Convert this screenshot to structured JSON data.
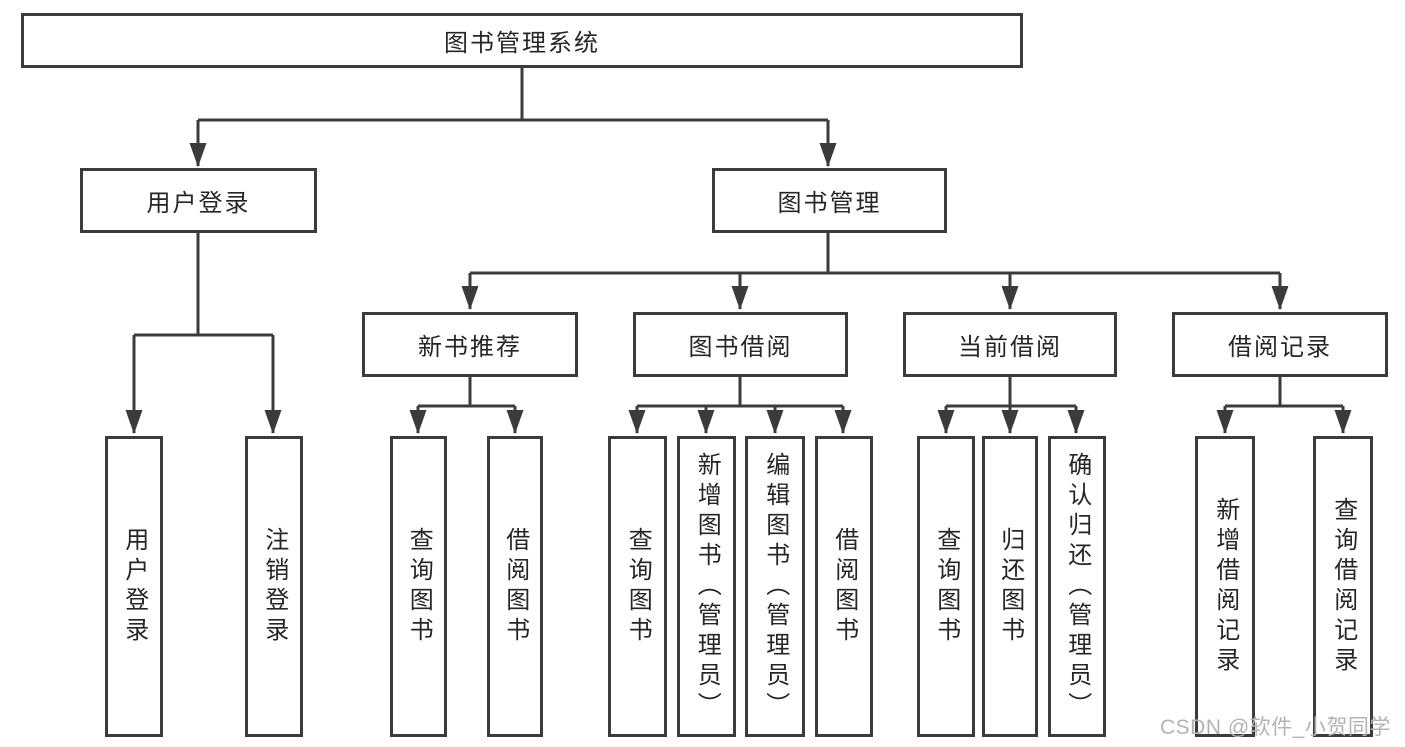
{
  "tree": {
    "label": "图书管理系统",
    "children": [
      {
        "label": "用户登录",
        "children": [
          {
            "label": "用户登录"
          },
          {
            "label": "注销登录"
          }
        ]
      },
      {
        "label": "图书管理",
        "children": [
          {
            "label": "新书推荐",
            "children": [
              {
                "label": "查询图书"
              },
              {
                "label": "借阅图书"
              }
            ]
          },
          {
            "label": "图书借阅",
            "children": [
              {
                "label": "查询图书"
              },
              {
                "label": "新增图书（管理员）"
              },
              {
                "label": "编辑图书（管理员）"
              },
              {
                "label": "借阅图书"
              }
            ]
          },
          {
            "label": "当前借阅",
            "children": [
              {
                "label": "查询图书"
              },
              {
                "label": "归还图书"
              },
              {
                "label": "确认归还（管理员）"
              }
            ]
          },
          {
            "label": "借阅记录",
            "children": [
              {
                "label": "新增借阅记录"
              },
              {
                "label": "查询借阅记录"
              }
            ]
          }
        ]
      }
    ]
  },
  "watermark": {
    "text": "CSDN @软件_小贺同学"
  },
  "colors": {
    "line": "#3b3b3b",
    "text": "#262626",
    "watermark": "#b3b3b3",
    "background": "#ffffff"
  }
}
